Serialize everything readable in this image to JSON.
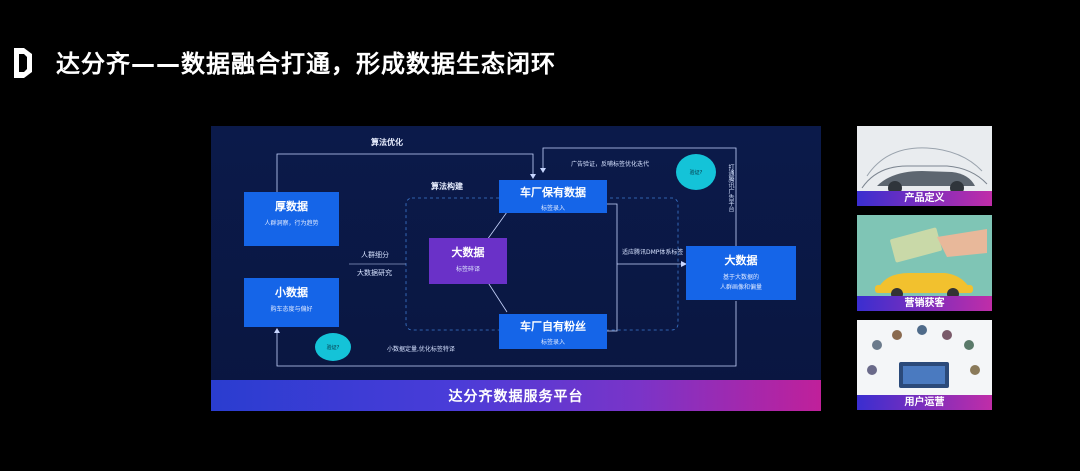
{
  "page": {
    "title": "达分齐——数据融合打通，形成数据生态闭环"
  },
  "diagram": {
    "top_loop_label": "算法优化",
    "middle_label": "算法构建",
    "boxes": {
      "thick_data": {
        "title": "厚数据",
        "sub": "人群洞察，行为趋势"
      },
      "small_data": {
        "title": "小数据",
        "sub": "购车态度与偏好"
      },
      "core_data": {
        "title": "大数据",
        "sub": "标签碎译"
      },
      "oem_owned": {
        "title": "车厂保有数据",
        "sub": "标签录入"
      },
      "oem_fans": {
        "title": "车厂自有粉丝",
        "sub": "标签录入"
      },
      "big_data": {
        "title": "大数据",
        "sub1": "基于大数据的",
        "sub2": "人群画像和偏量"
      }
    },
    "labels": {
      "crowd_segment": "人群细分",
      "big_data_research": "大数据研究",
      "ad_verify": "广告验证，反哺标签优化迭代",
      "tencent_dmp": "适应腾讯DMP体系标签",
      "small_data_quant": "小数据定量,优化标签特译",
      "vertical_note": "打通腾讯广告平台"
    },
    "bubbles": {
      "top": "验证?",
      "bottom": "验证?"
    },
    "footer": "达分齐数据服务平台"
  },
  "cards": [
    {
      "caption": "产品定义"
    },
    {
      "caption": "营销获客"
    },
    {
      "caption": "用户运营"
    }
  ],
  "colors": {
    "background": "#000000",
    "panel": "#0b1a4a",
    "box_blue": "#1565e8",
    "box_purple": "#6a31c8",
    "bubble": "#14c3d8",
    "footer_start": "#2a3dd0",
    "footer_end": "#c0209a"
  }
}
